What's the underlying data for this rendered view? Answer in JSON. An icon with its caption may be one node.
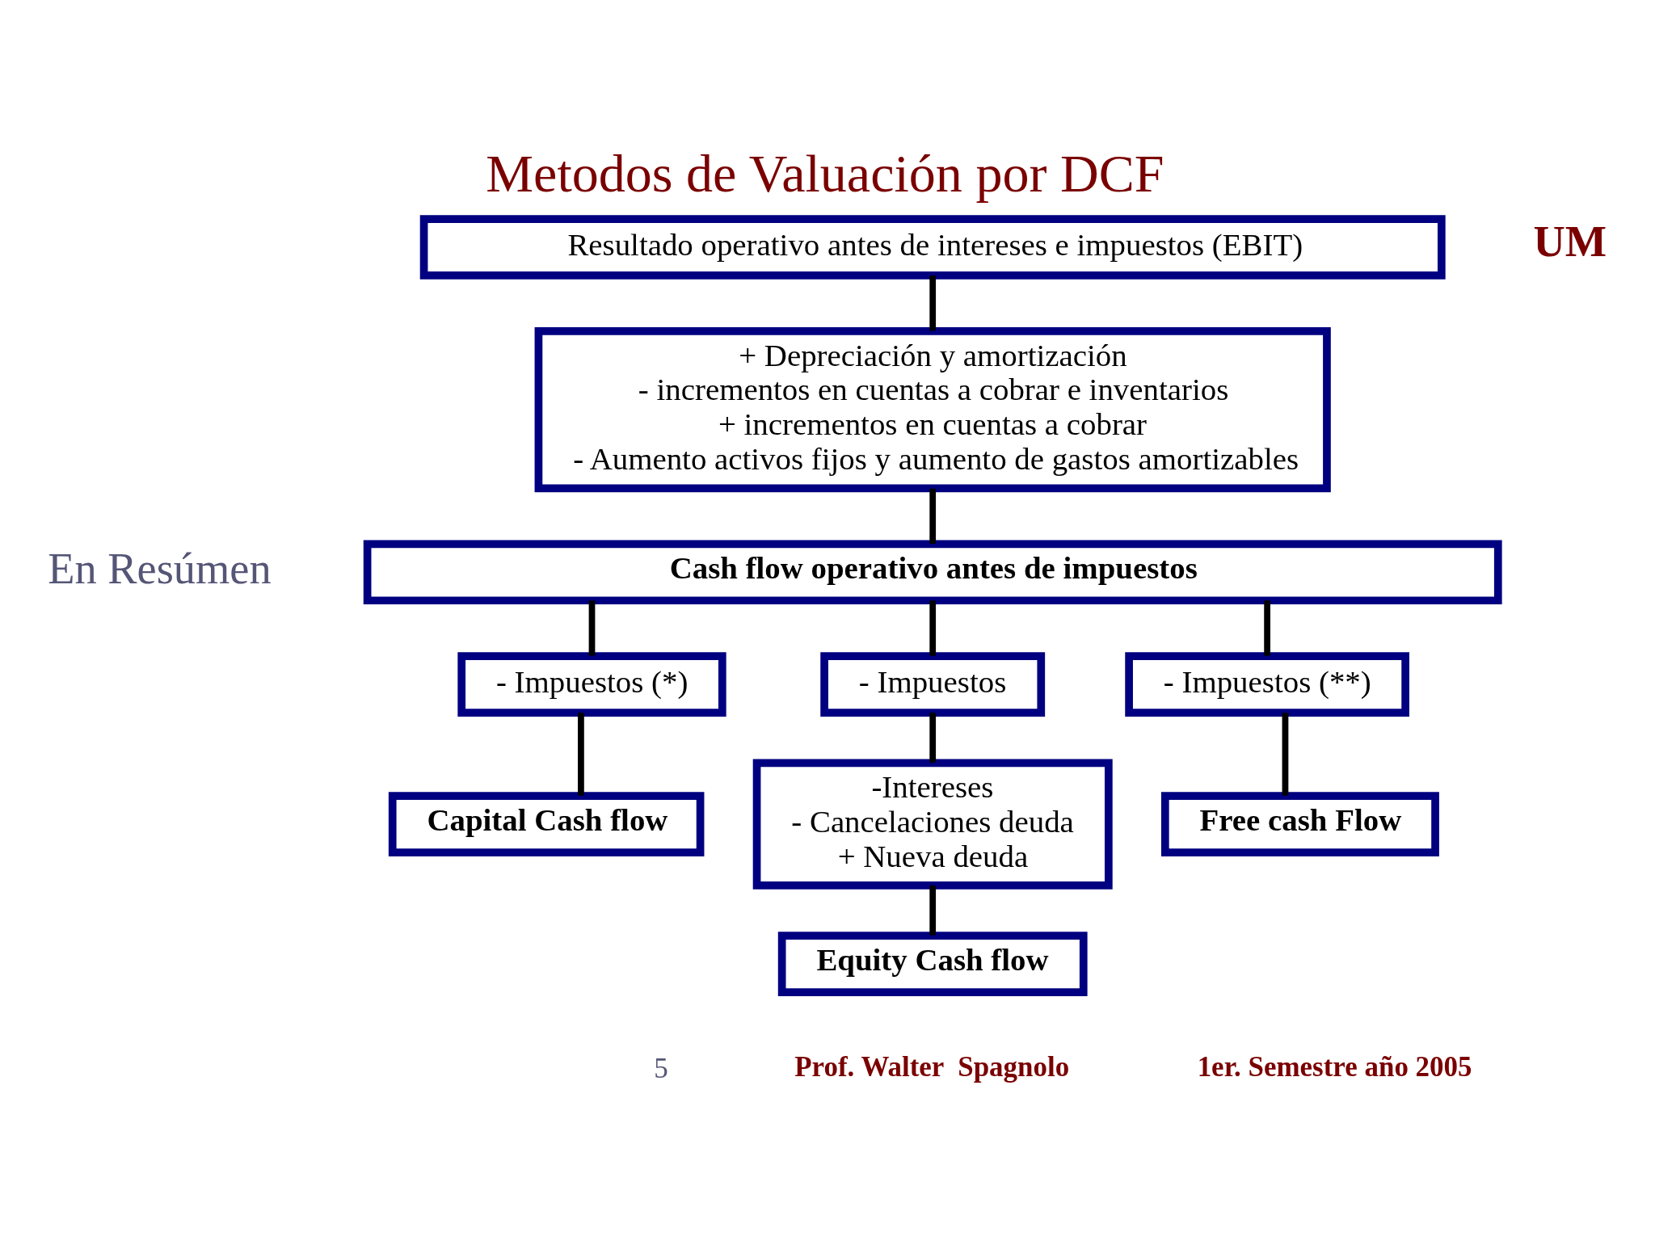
{
  "diagram": {
    "title": "Metodos de Valuación por DCF",
    "nodes": [
      {
        "text": [
          "Resultado operativo antes de intereses e impuestos (EBIT)"
        ]
      },
      {
        "text": [
          "+ Depreciación y amortización",
          "- incrementos en cuentas a cobrar e inventarios",
          "+ incrementos en cuentas a cobrar",
          "- Aumento activos fijos y aumento de gastos amortizables"
        ]
      },
      {
        "text": [
          "Cash flow operativo antes de impuestos"
        ]
      },
      {
        "text": [
          "- Impuestos (*)"
        ]
      },
      {
        "text": [
          "- Impuestos"
        ]
      },
      {
        "text": [
          "- Impuestos (**)"
        ]
      },
      {
        "text": [
          "Capital Cash flow"
        ]
      },
      {
        "text": [
          "-Intereses",
          "- Cancelaciones deuda",
          "+ Nueva deuda"
        ]
      },
      {
        "text": [
          "Free cash Flow"
        ]
      },
      {
        "text": [
          "Equity Cash flow"
        ]
      }
    ],
    "edges": [
      {
        "from": 0,
        "to": 1,
        "arrow": "none"
      },
      {
        "from": 1,
        "to": 2,
        "arrow": "none"
      },
      {
        "from": 2,
        "to": 3,
        "arrow": "none"
      },
      {
        "from": 2,
        "to": 4,
        "arrow": "none"
      },
      {
        "from": 2,
        "to": 5,
        "arrow": "none"
      },
      {
        "from": 3,
        "to": 6,
        "arrow": "none"
      },
      {
        "from": 4,
        "to": 7,
        "arrow": "none"
      },
      {
        "from": 5,
        "to": 8,
        "arrow": "none"
      },
      {
        "from": 7,
        "to": 9,
        "arrow": "none"
      }
    ],
    "labels": [
      "UM",
      "En Resúmen",
      "Prof. Walter  Spagnolo",
      "1er. Semestre año 2005",
      "5"
    ]
  }
}
